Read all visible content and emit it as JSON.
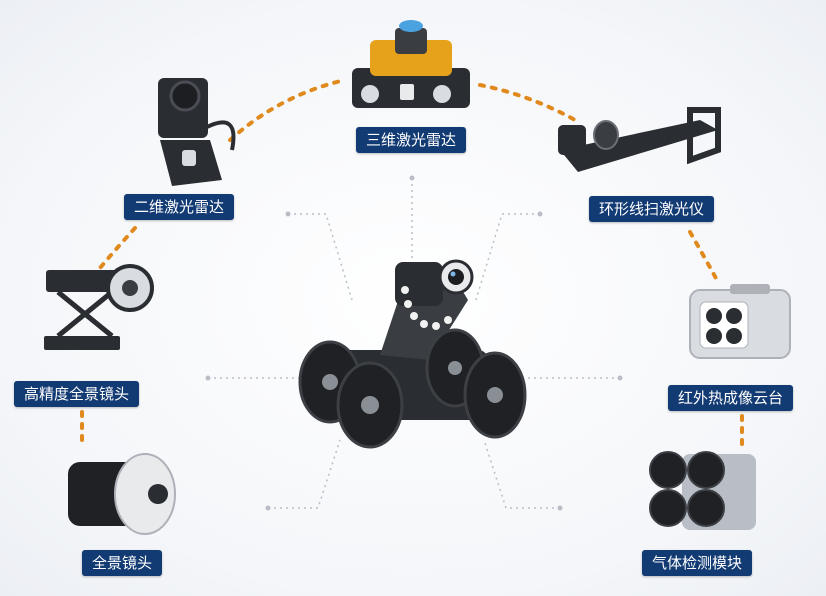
{
  "labels": {
    "lidar_3d": "三维激光雷达",
    "lidar_2d": "二维激光雷达",
    "ring_laser": "环形线扫激光仪",
    "hd_pano_lens": "高精度全景镜头",
    "ir_gimbal": "红外热成像云台",
    "pano_lens": "全景镜头",
    "gas_module": "气体检测模块"
  },
  "colors": {
    "label_bg": "#123a73",
    "label_text": "#ffffff",
    "accent_dots": "#e08a1e",
    "guide_gray": "#b9bec6",
    "device_dark": "#2a2d31",
    "device_light": "#d9dce0",
    "lidar_orange": "#e7a21c",
    "lidar_blue": "#4aa3e0"
  },
  "icons": {
    "center": "crawler-robot-icon",
    "lidar_3d": "lidar-3d-icon",
    "lidar_2d": "lidar-2d-icon",
    "ring_laser": "ring-laser-icon",
    "hd_pano_lens": "hd-pano-lens-icon",
    "ir_gimbal": "ir-gimbal-icon",
    "pano_lens": "pano-lens-icon",
    "gas_module": "gas-module-icon"
  }
}
